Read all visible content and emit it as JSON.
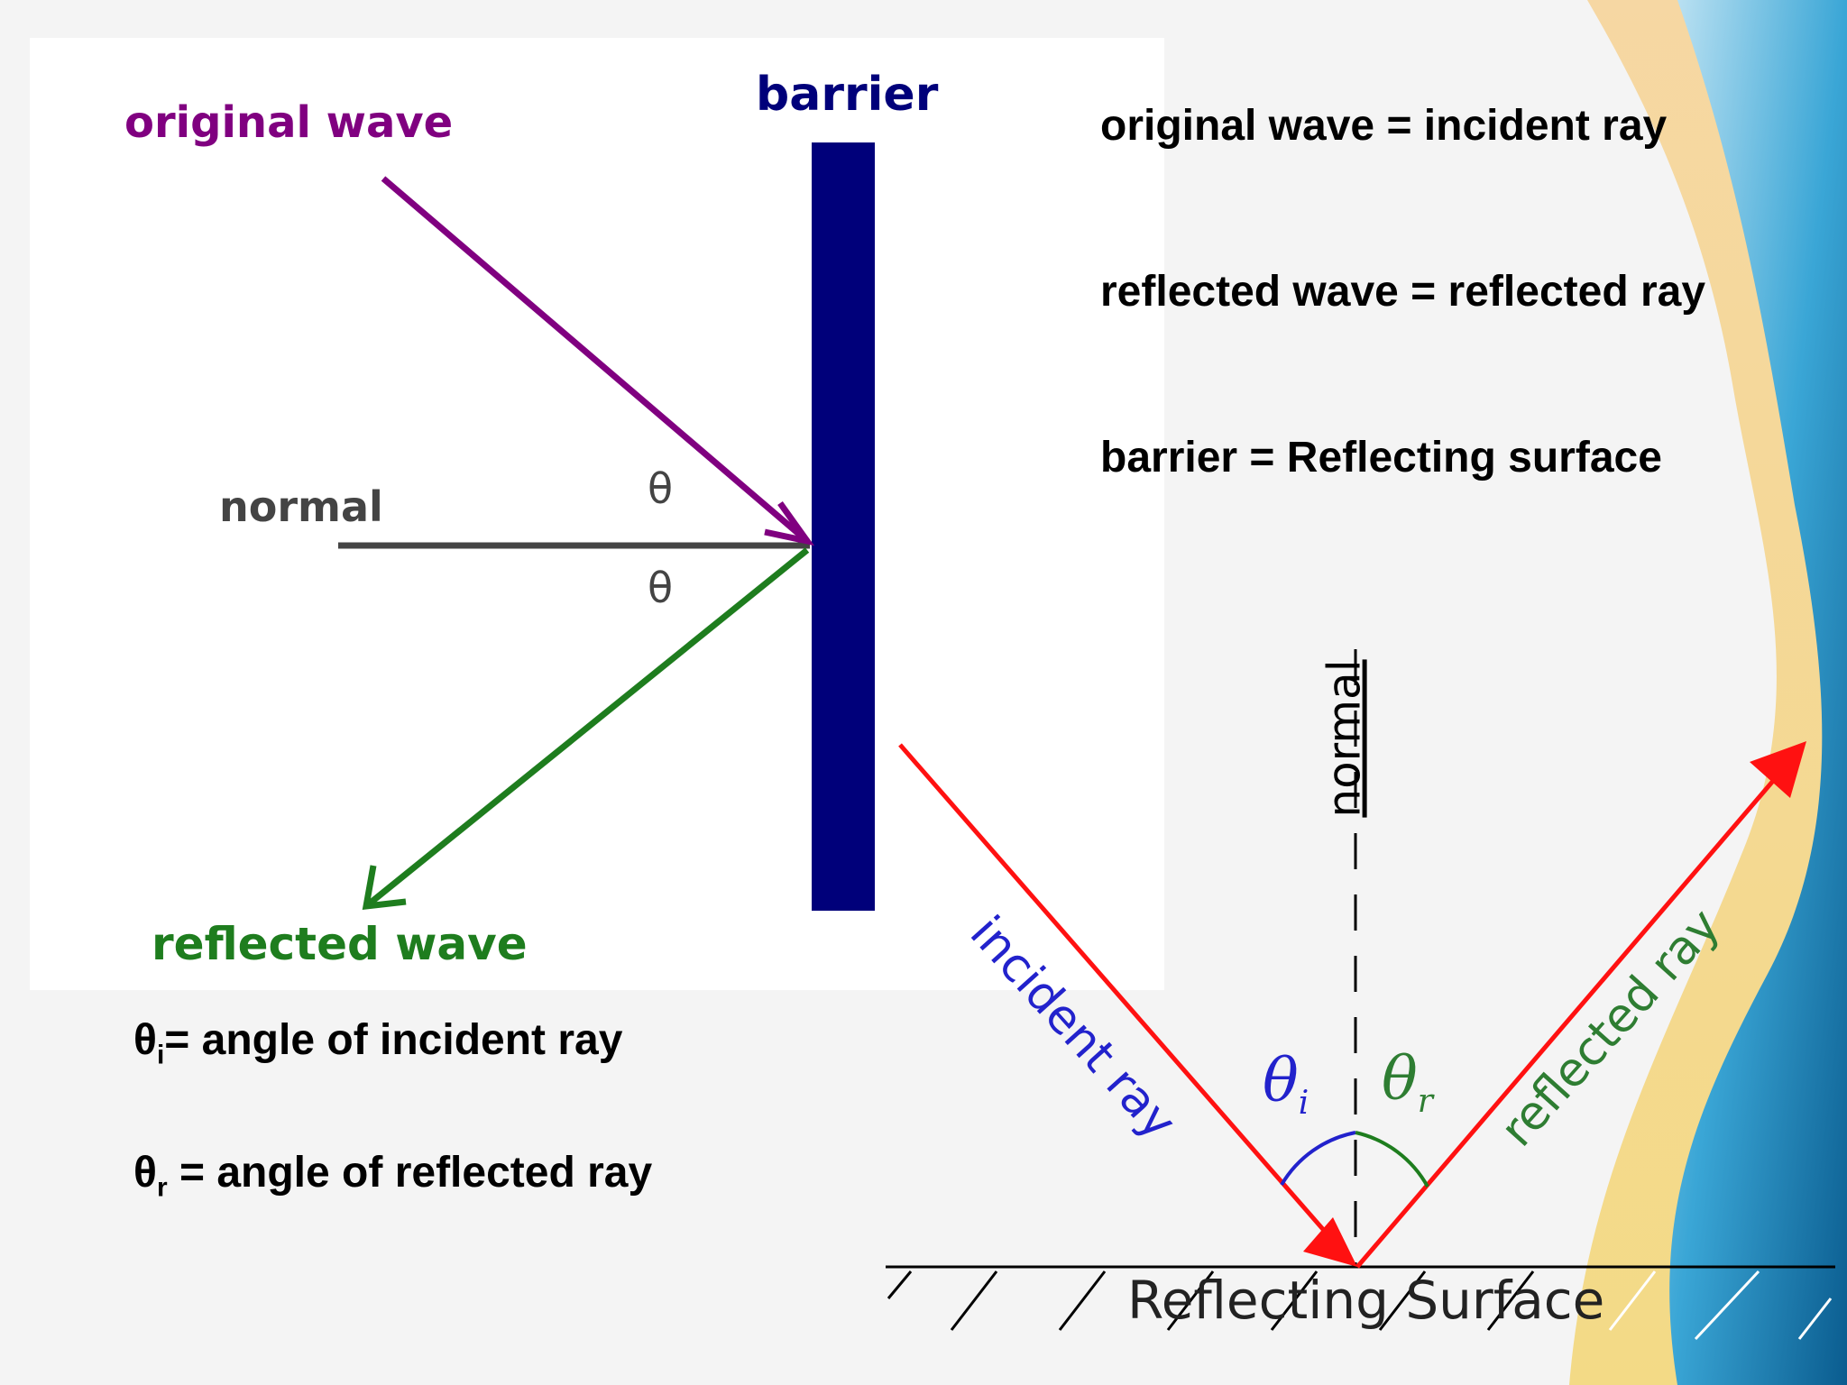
{
  "colors": {
    "original_wave": "#800080",
    "reflected_wave": "#1e7d1e",
    "barrier": "#00007a",
    "normal_line": "#444444",
    "incident_ray": "#ff1111",
    "incident_text": "#2222cc",
    "reflected_text": "#2e7d32"
  },
  "left_diagram": {
    "original_wave_label": "original wave",
    "barrier_label": "barrier",
    "normal_label": "normal",
    "theta_top": "θ",
    "theta_bottom": "θ",
    "reflected_wave_label": "reflected wave"
  },
  "definitions": {
    "line1": "original wave = incident ray",
    "line2": "reflected wave = reflected ray",
    "line3": "barrier = Reflecting surface"
  },
  "angle_defs": {
    "theta_symbol": "θ",
    "i_sub": "i",
    "i_text": "= angle of incident ray",
    "r_sub": "r",
    "r_text": " = angle of reflected ray"
  },
  "right_diagram": {
    "normal_label": "normal",
    "incident_label": "incident ray",
    "reflected_label": "reflected ray",
    "theta_i": "θ",
    "sub_i": "i",
    "theta_r": "θ",
    "sub_r": "r",
    "surface_label": "Reflecting Surface"
  }
}
